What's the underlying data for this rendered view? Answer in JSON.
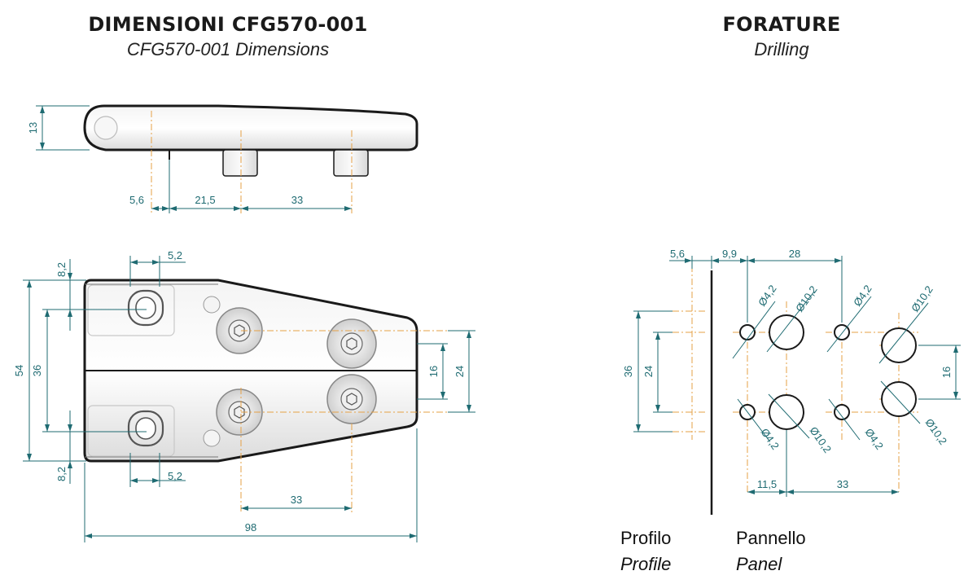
{
  "headers": {
    "dimensions_title": "DIMENSIONI CFG570-001",
    "dimensions_subtitle": "CFG570-001 Dimensions",
    "drilling_title": "FORATURE",
    "drilling_subtitle": "Drilling"
  },
  "side_view": {
    "dims": {
      "height": "13",
      "d1": "5,6",
      "d2": "21,5",
      "d3": "33"
    }
  },
  "top_view": {
    "dims": {
      "top_slot": "8,2",
      "slot_w_top": "5,2",
      "total_h": "54",
      "hole_span": "36",
      "bottom_slot": "8,2",
      "slot_w_bottom": "5,2",
      "right_16": "16",
      "right_24": "24",
      "bottom_33": "33",
      "total_w": "98"
    }
  },
  "drilling": {
    "dims": {
      "top_56": "5,6",
      "top_99": "9,9",
      "top_28": "28",
      "left_36": "36",
      "left_24": "24",
      "right_16": "16",
      "bottom_115": "11,5",
      "bottom_33": "33",
      "d42_a": "Ø4,2",
      "d102_a": "Ø10,2",
      "d42_b": "Ø4,2",
      "d102_b": "Ø10,2",
      "d42_c": "Ø4,2",
      "d102_c": "Ø10,2",
      "d42_d": "Ø4,2",
      "d102_d": "Ø10,2"
    },
    "labels": {
      "profile_it": "Profilo",
      "profile_en": "Profile",
      "panel_it": "Pannello",
      "panel_en": "Panel"
    }
  },
  "colors": {
    "dimension": "#1f6b72",
    "axis": "#e6a146",
    "outline": "#1a1a1a"
  }
}
